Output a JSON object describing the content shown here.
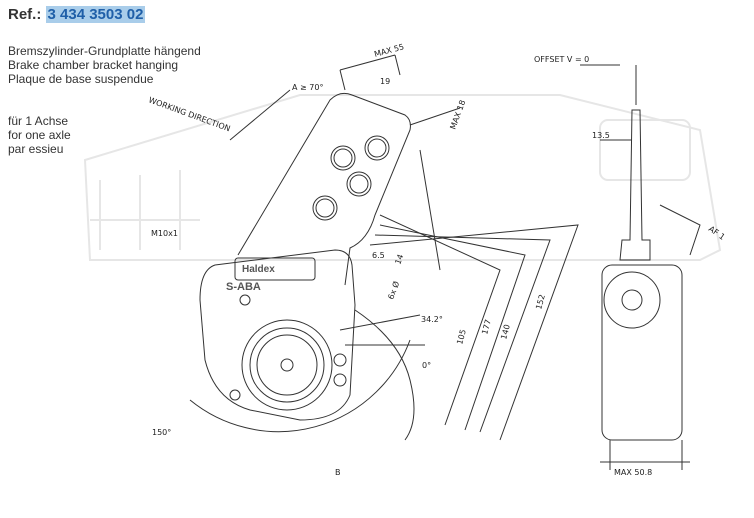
{
  "header": {
    "ref_label": "Ref.:",
    "ref_number": "3 434 3503 02"
  },
  "description": {
    "de": "Bremszylinder-Grundplatte hängend",
    "en": "Brake chamber bracket hanging",
    "fr": "Plaque de base suspendue"
  },
  "axle": {
    "de": "für 1 Achse",
    "en": "for one axle",
    "fr": "par essieu"
  },
  "drawing": {
    "working_direction": "WORKING DIRECTION",
    "max55": "MAX 55",
    "dim19": "19",
    "max18": "MAX 18",
    "angle_a": "A ≥ 70°",
    "thread": "M10x1",
    "dim65": "6.5",
    "dim14": "14",
    "hole": "6x Ø",
    "angle342": "34.2°",
    "angle0": "0°",
    "dim105": "105",
    "dim177": "177",
    "dim140": "140",
    "dim152": "152",
    "angle150": "150°",
    "arc_b": "B",
    "brand": "Haldex",
    "model": "S-ABA",
    "offset": "OFFSET V = 0",
    "dim135": "13.5",
    "af": "AF 1",
    "max508": "MAX 50.8"
  }
}
